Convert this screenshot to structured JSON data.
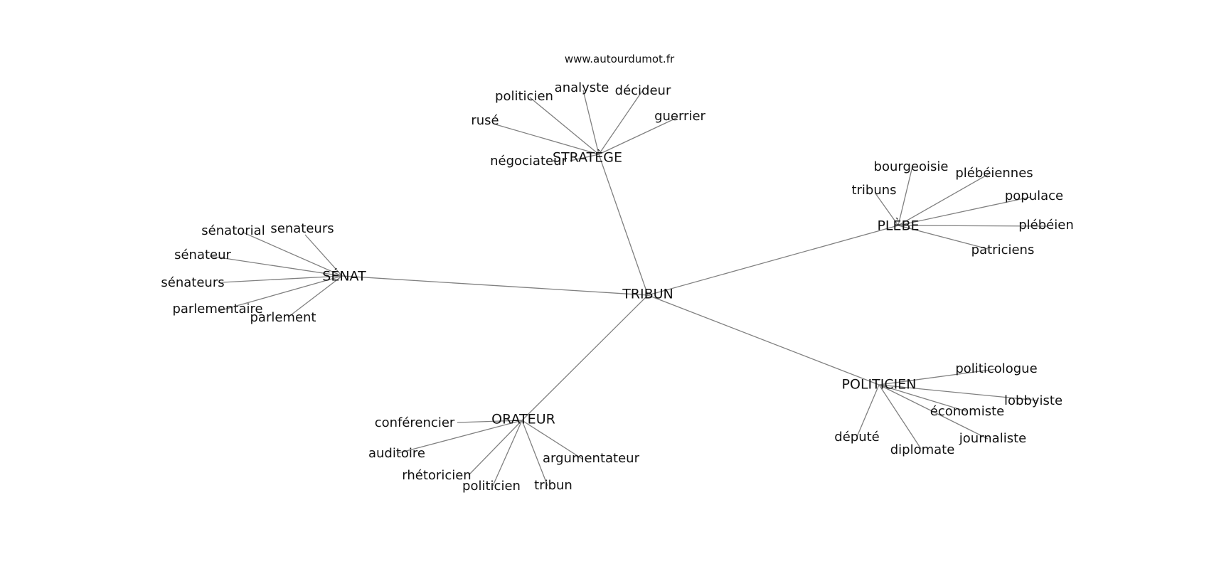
{
  "source": "www.autourdumot.fr",
  "graph": {
    "center": "TRIBUN",
    "hubs": [
      {
        "key": "strategie",
        "label": "STRATÈGE",
        "words": [
          "politicien",
          "analyste",
          "décideur",
          "guerrier",
          "rusé",
          "négociateur"
        ]
      },
      {
        "key": "plebe",
        "label": "PLÈBE",
        "words": [
          "bourgeoisie",
          "plébéiennes",
          "tribuns",
          "populace",
          "plébéien",
          "patriciens"
        ]
      },
      {
        "key": "senat",
        "label": "SÉNAT",
        "words": [
          "sénatorial",
          "senateurs",
          "sénateur",
          "sénateurs",
          "parlementaire",
          "parlement"
        ]
      },
      {
        "key": "politicien",
        "label": "POLITICIEN",
        "words": [
          "politicologue",
          "lobbyiste",
          "économiste",
          "député",
          "journaliste",
          "diplomate"
        ]
      },
      {
        "key": "orateur",
        "label": "ORATEUR",
        "words": [
          "conférencier",
          "auditoire",
          "argumentateur",
          "rhétoricien",
          "politicien",
          "tribun"
        ]
      }
    ]
  }
}
